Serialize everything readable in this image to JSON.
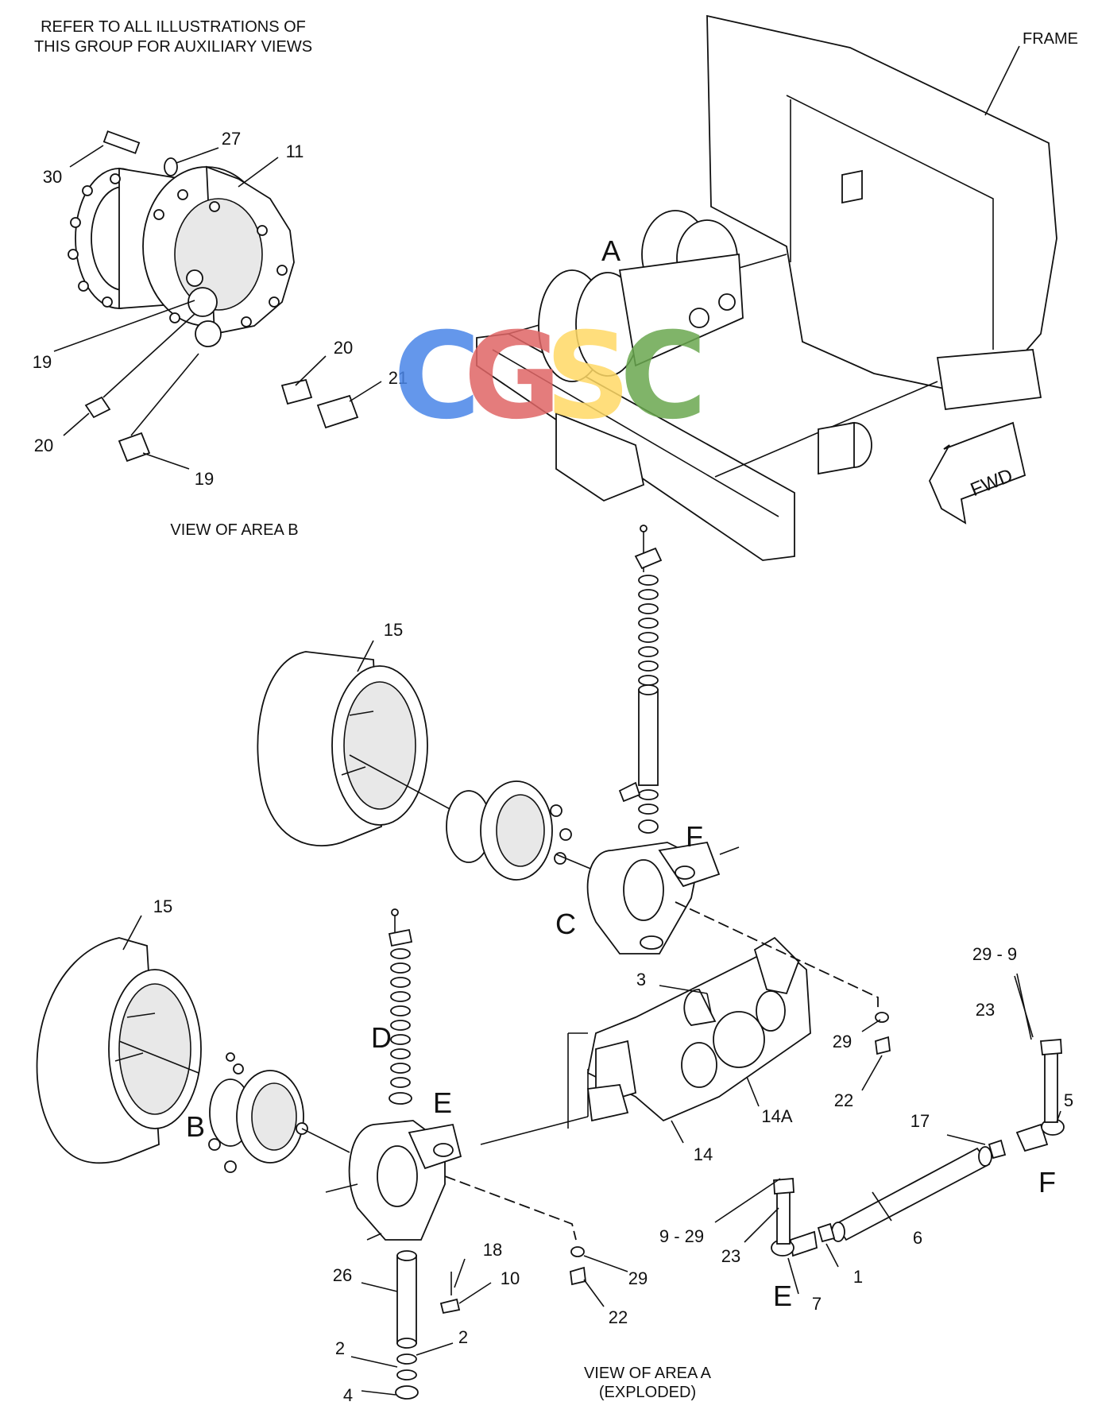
{
  "header_note": [
    "REFER TO ALL ILLUSTRATIONS OF",
    "THIS GROUP FOR AUXILIARY VIEWS"
  ],
  "captions": {
    "view_b": "VIEW OF AREA  B",
    "view_a_line1": "VIEW OF AREA  A",
    "view_a_line2": "(EXPLODED)"
  },
  "frame_label": "FRAME",
  "fwd_label": "FWD",
  "area_letters": {
    "a": "A",
    "b": "B",
    "c": "C",
    "d": "D",
    "e": "E",
    "e2": "E",
    "f": "F",
    "f2": "F"
  },
  "callouts": {
    "c1": "1",
    "c2a": "2",
    "c2b": "2",
    "c3": "3",
    "c4": "4",
    "c5": "5",
    "c6": "6",
    "c7": "7",
    "c9_29": "9 - 29",
    "c10": "10",
    "c11": "11",
    "c14": "14",
    "c14a": "14A",
    "c15a": "15",
    "c15b": "15",
    "c17": "17",
    "c18": "18",
    "c19a": "19",
    "c19b": "19",
    "c20a": "20",
    "c20b": "20",
    "c21": "21",
    "c22a": "22",
    "c22b": "22",
    "c23a": "23",
    "c23b": "23",
    "c26": "26",
    "c27": "27",
    "c29a": "29",
    "c29b": "29",
    "c29_9": "29 - 9",
    "c30": "30"
  },
  "watermark": {
    "letters": [
      "C",
      "G",
      "S",
      "C"
    ],
    "colors": [
      "#4a86e8",
      "#e06666",
      "#ffd966",
      "#6aa84f"
    ]
  }
}
